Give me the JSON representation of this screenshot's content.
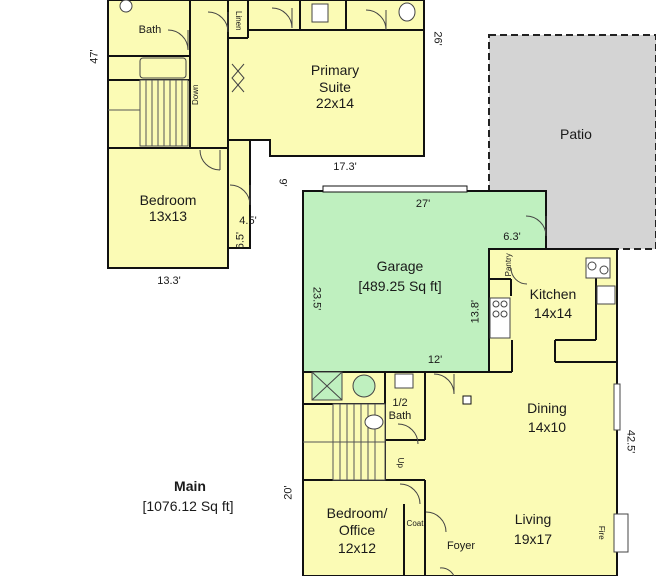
{
  "plan": {
    "level": "Main",
    "level_area": "[1076.12 Sq ft]",
    "colors": {
      "room_fill": "#fbfbb5",
      "garage_fill": "#bff0bf",
      "patio_fill": "#d4d4d4",
      "wall": "#111111",
      "stair_line": "#555555"
    },
    "rooms": {
      "bath": "Bath",
      "linen": "Linen",
      "primary_suite_name": "Primary\nSuite",
      "primary_suite_size": "22x14",
      "down": "Down",
      "bedroom_name": "Bedroom",
      "bedroom_size": "13x13",
      "patio": "Patio",
      "garage_name": "Garage",
      "garage_area": "[489.25 Sq ft]",
      "pantry": "Pantry",
      "kitchen_name": "Kitchen",
      "kitchen_size": "14x14",
      "half_bath": "1/2\nBath",
      "dining_name": "Dining",
      "dining_size": "14x10",
      "up": "Up",
      "bedroom_office_name": "Bedroom/\nOffice",
      "bedroom_office_size": "12x12",
      "coat": "Coat",
      "foyer": "Foyer",
      "living_name": "Living",
      "living_size": "19x17",
      "fire": "Fire"
    },
    "dimensions": {
      "d47": "47'",
      "d26": "26'",
      "d17_3": "17.3'",
      "d9": "9'",
      "d4_5": "4.5'",
      "d6_5": "6.5'",
      "d13_3": "13.3'",
      "d27": "27'",
      "d6_3": "6.3'",
      "d23_5": "23.5'",
      "d13_8": "13.8'",
      "d12": "12'",
      "d42_5": "42.5'",
      "d20": "20'"
    }
  }
}
